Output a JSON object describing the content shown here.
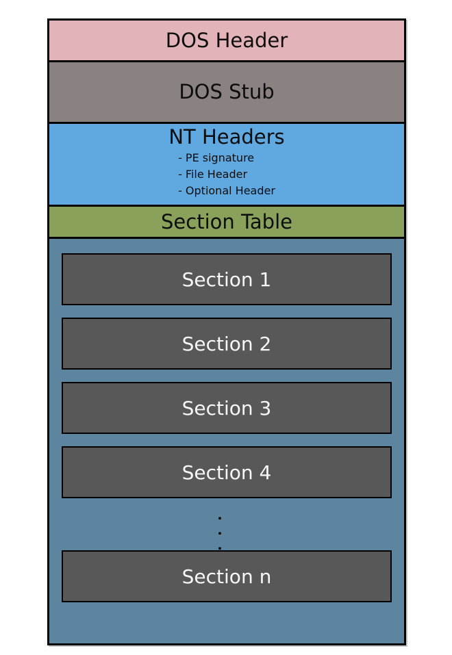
{
  "colors": {
    "page_bg": "#ffffff",
    "border": "#000000",
    "dos_header_bg": "#e2b3b9",
    "dos_stub_bg": "#8a8181",
    "nt_headers_bg": "#5fa8e0",
    "section_table_bg": "#8aa15c",
    "sections_bg": "#5e85a0",
    "section_box_bg": "#585858",
    "section_box_text": "#f7f7f7",
    "label_text": "#0d0d0d",
    "shadow": "#c9c9c9"
  },
  "blocks": {
    "dos_header": {
      "label": "DOS Header"
    },
    "dos_stub": {
      "label": "DOS Stub"
    },
    "nt_headers": {
      "label": "NT Headers",
      "items": [
        "- PE signature",
        "- File Header",
        "- Optional Header"
      ]
    },
    "section_table": {
      "label": "Section Table"
    },
    "sections": {
      "boxes": [
        "Section 1",
        "Section 2",
        "Section 3",
        "Section 4"
      ],
      "ellipsis_dots": [
        ".",
        ".",
        "."
      ],
      "last_box": "Section n"
    }
  }
}
